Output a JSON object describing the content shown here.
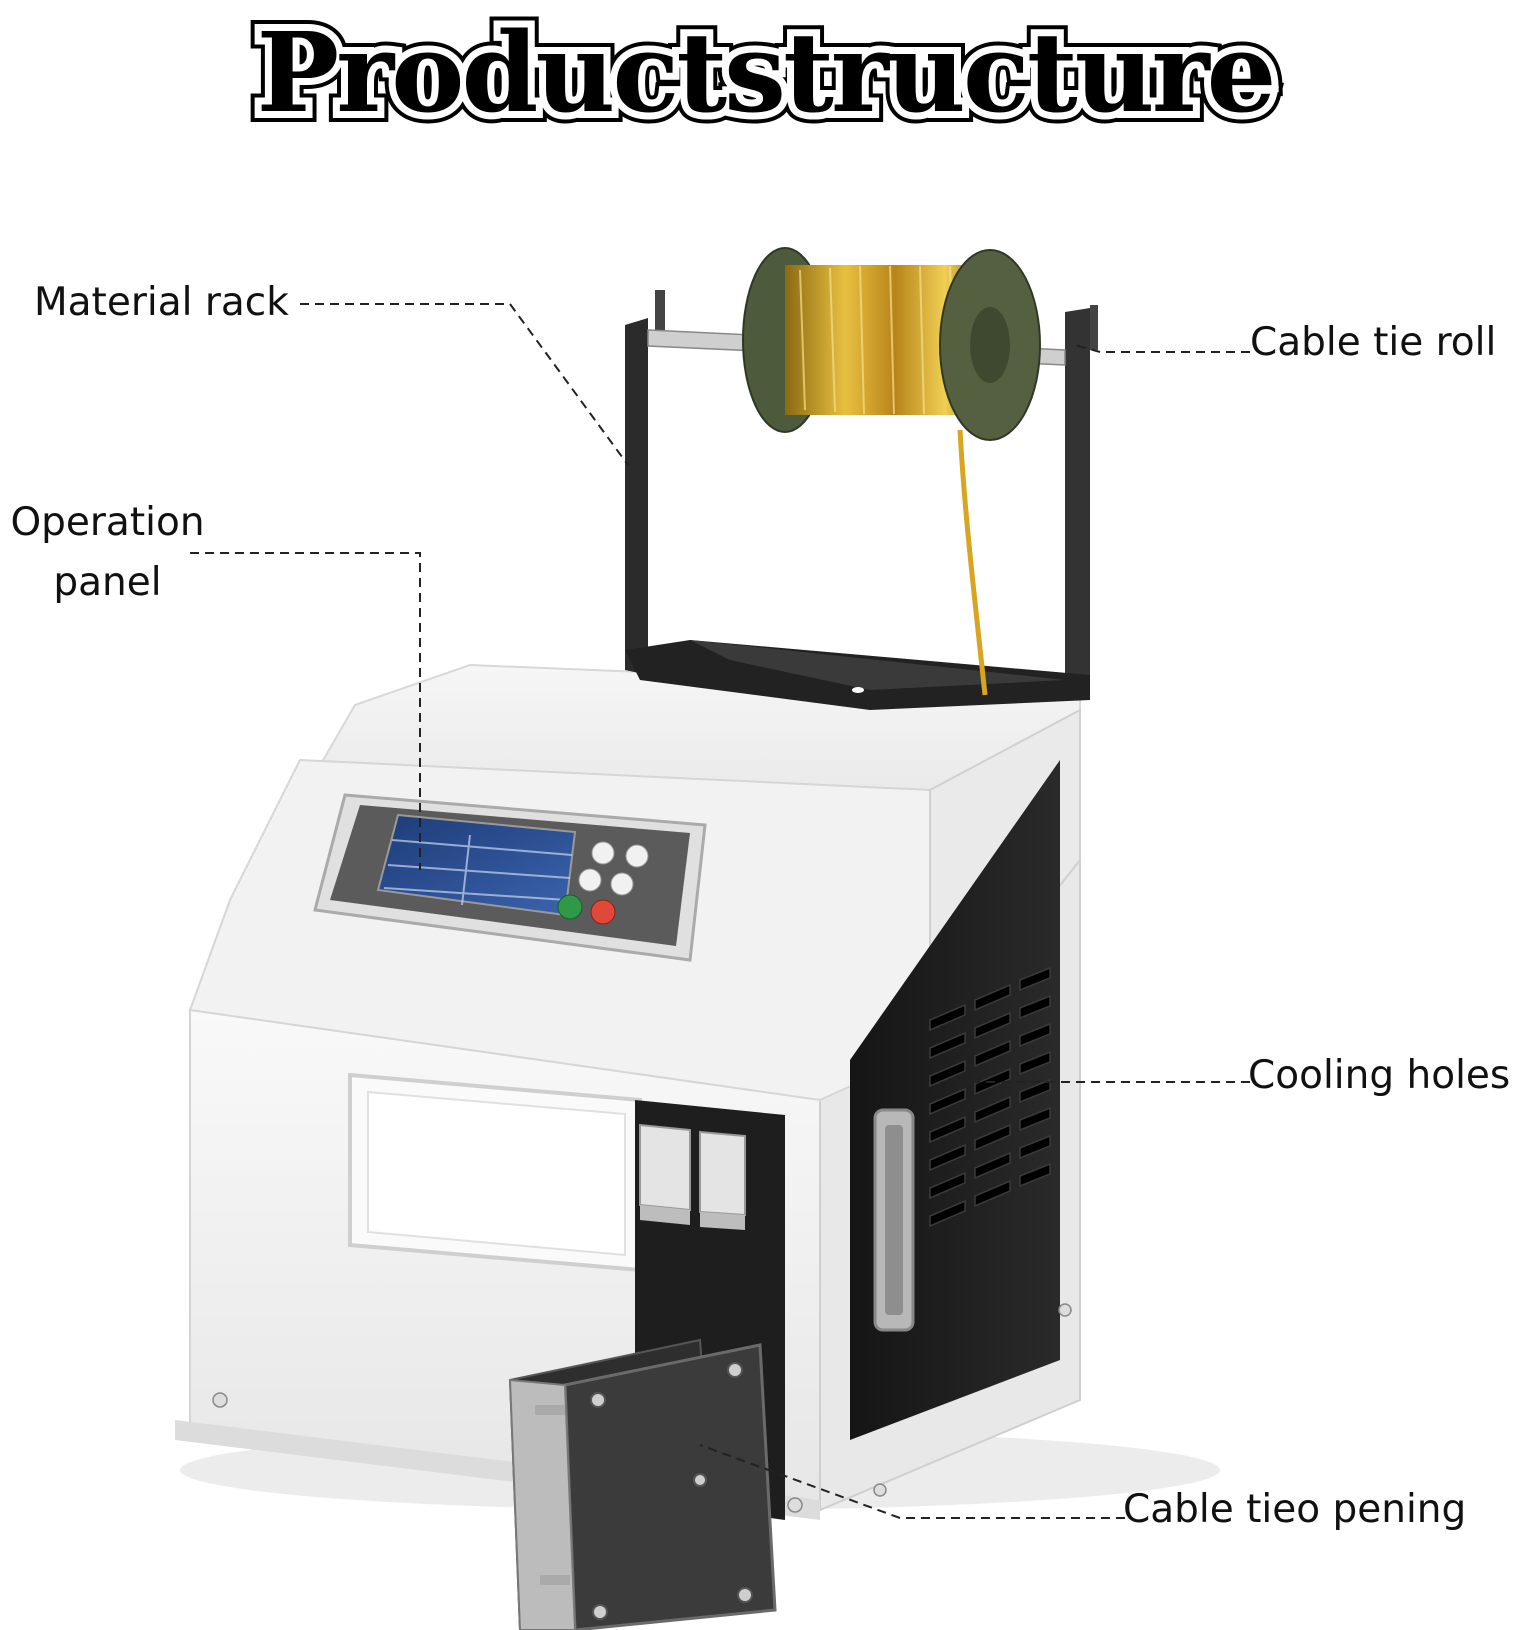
{
  "title": "Productstructure",
  "labels": {
    "material_rack": "Material rack",
    "operation_panel_line1": "Operation",
    "operation_panel_line2": "panel",
    "cable_tie_roll": "Cable tie roll",
    "cooling_holes": "Cooling holes",
    "cable_tie_opening": "Cable tieo pening"
  },
  "colors": {
    "machine_body": "#f4f4f4",
    "side_panel": "#1c1c1c",
    "rack": "#2a2a2a",
    "spool_flange": "#4e5a3c",
    "cable_tie": "#d9a520",
    "screen": "#2d4a8a",
    "button_green": "#2e9a48",
    "button_red": "#e0483a"
  }
}
